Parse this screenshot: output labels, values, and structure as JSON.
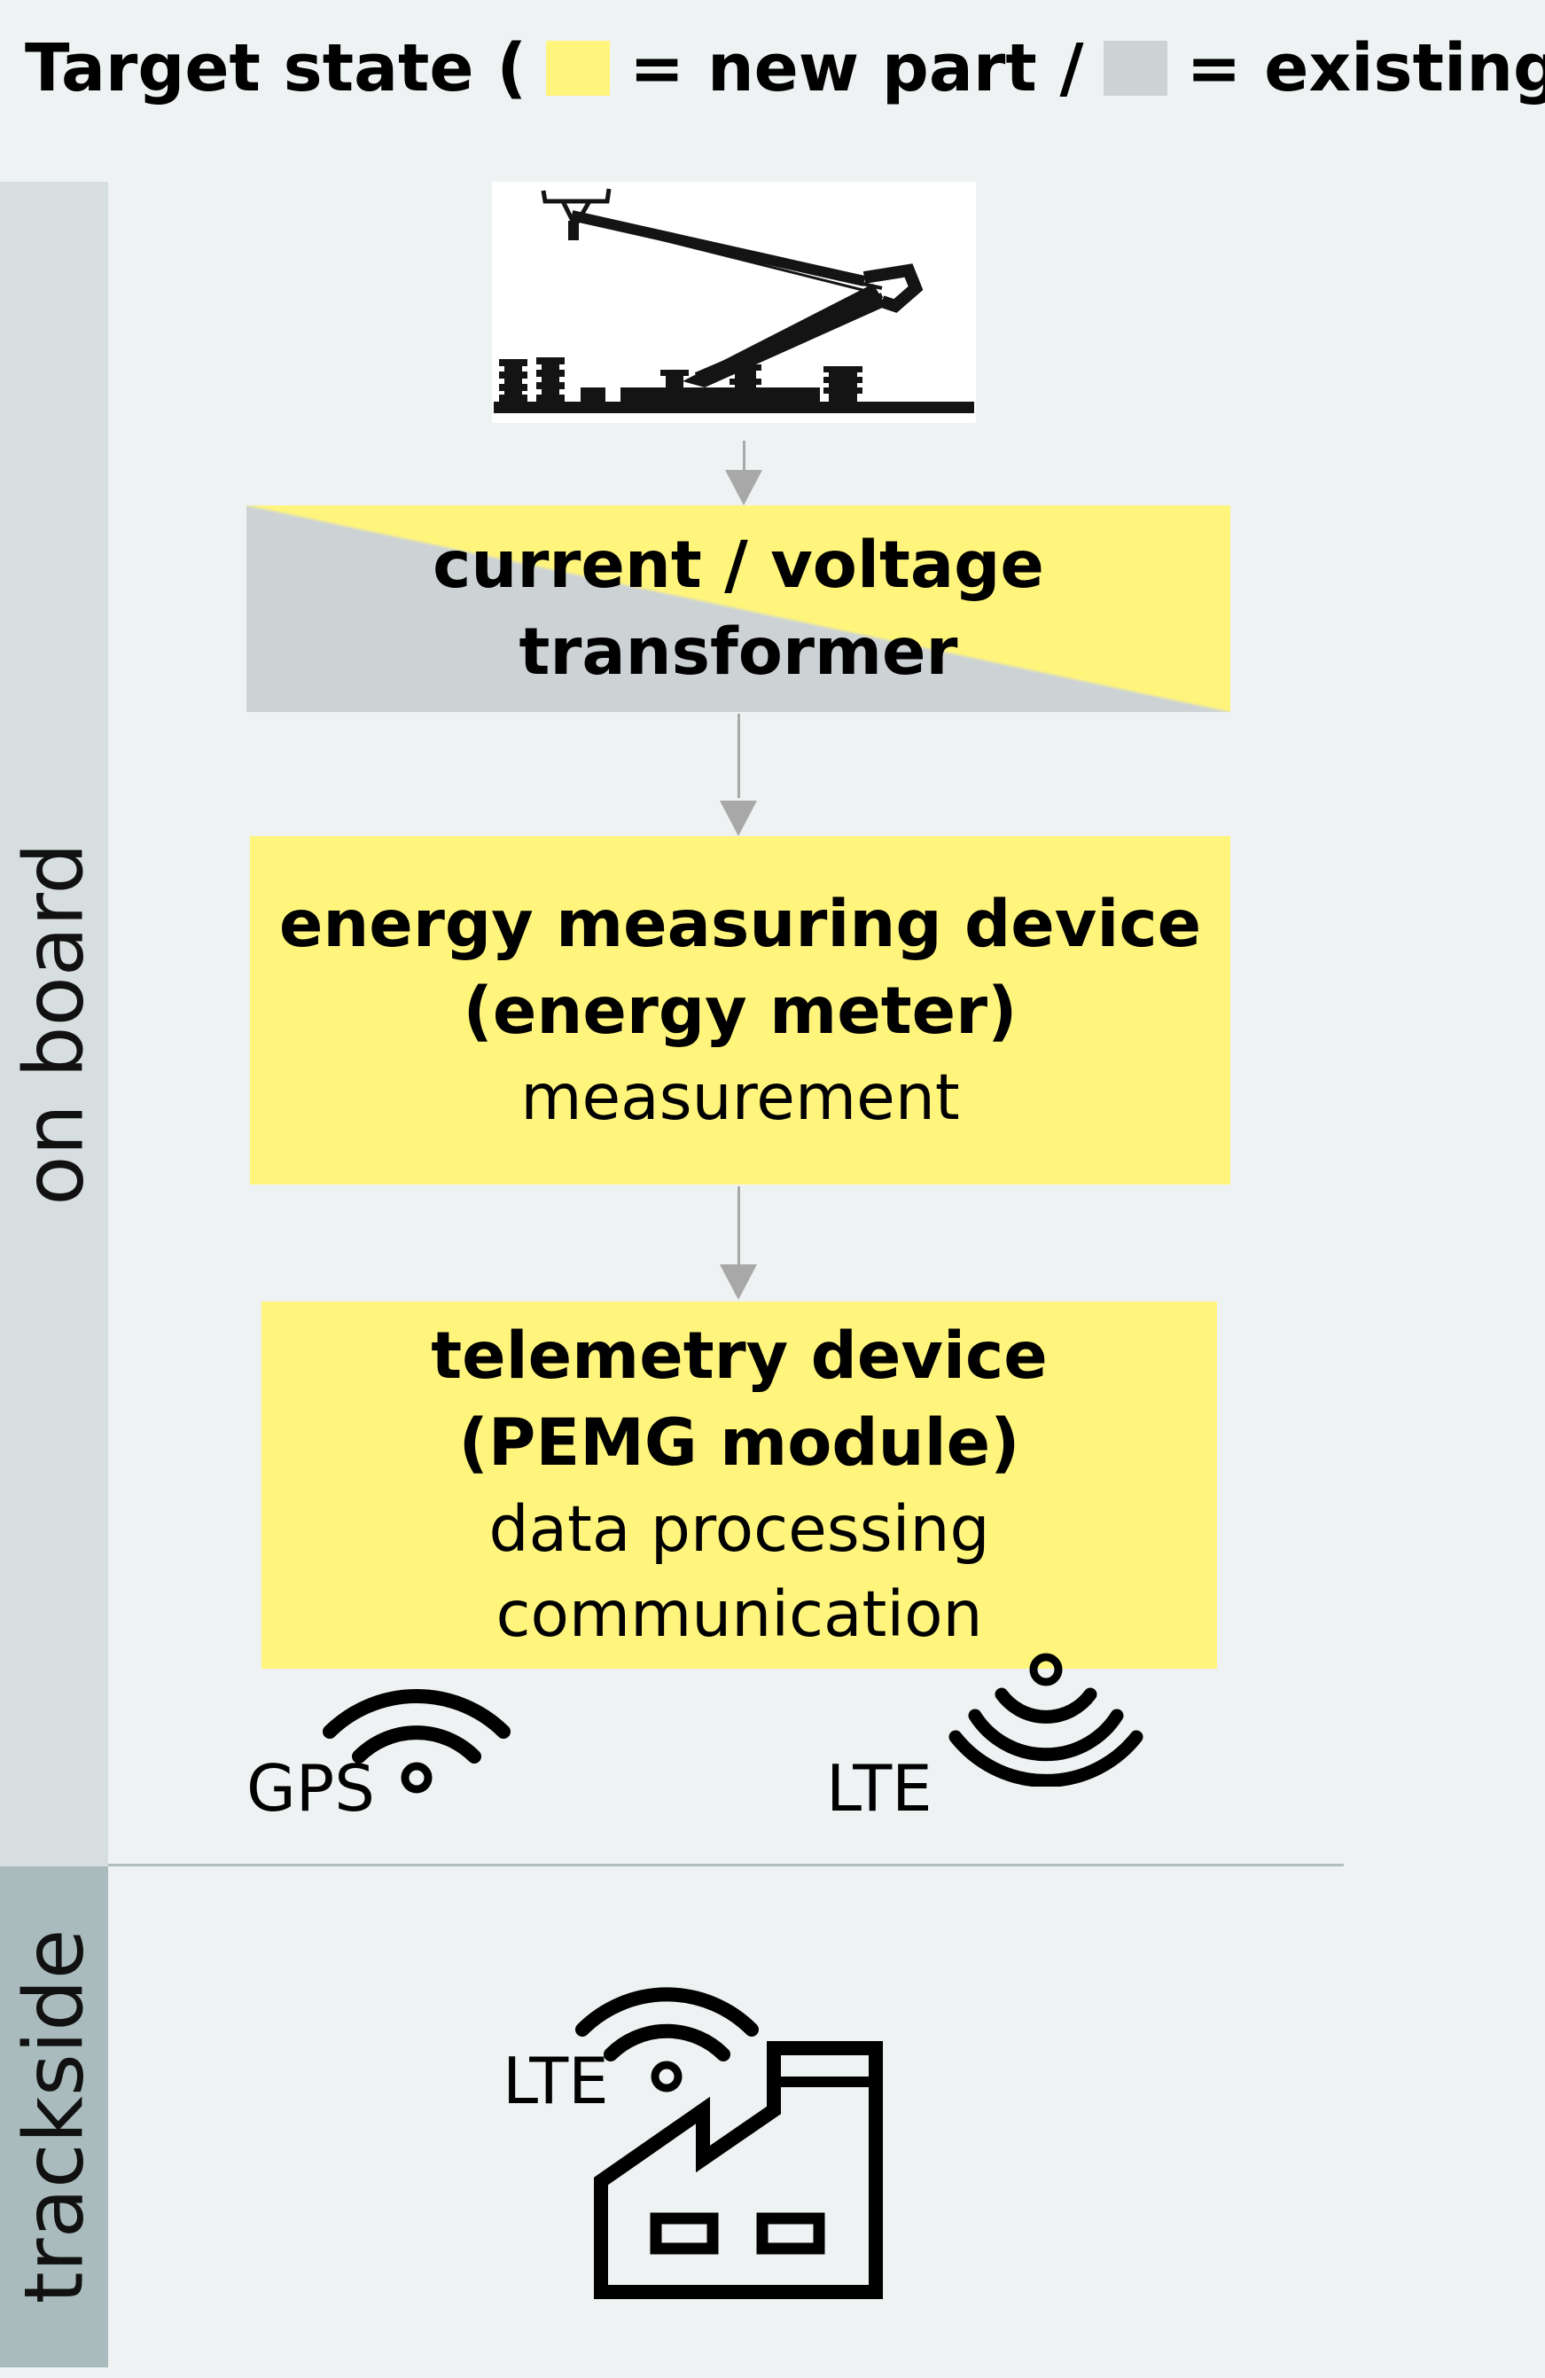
{
  "header": {
    "prefix": "Target state (",
    "new_label": "= new part /",
    "existing_label": "= existing)"
  },
  "colors": {
    "new_part": "#fff57d",
    "existing": "#cdd3d5",
    "band_onboard": "#d6dedf",
    "band_trackside": "#aabbbd",
    "background": "#eef2f3",
    "arrow": "#a8a8a8"
  },
  "sections": {
    "onboard": "on board",
    "trackside": "trackside"
  },
  "boxes": {
    "transformer": {
      "line1": "current / voltage",
      "line2": "transformer"
    },
    "meter": {
      "line1": "energy measuring device",
      "line2": "(energy meter)",
      "line3": "measurement"
    },
    "telemetry": {
      "line1": "telemetry device",
      "line2": "(PEMG module)",
      "line3": "data processing",
      "line4": "communication"
    }
  },
  "signals": {
    "gps": "GPS",
    "lte_onboard": "LTE",
    "lte_trackside": "LTE"
  },
  "icons": {
    "top": "pantograph-icon",
    "gps": "wifi-signal-icon",
    "lte": "radio-broadcast-icon",
    "trackside": "factory-icon"
  }
}
